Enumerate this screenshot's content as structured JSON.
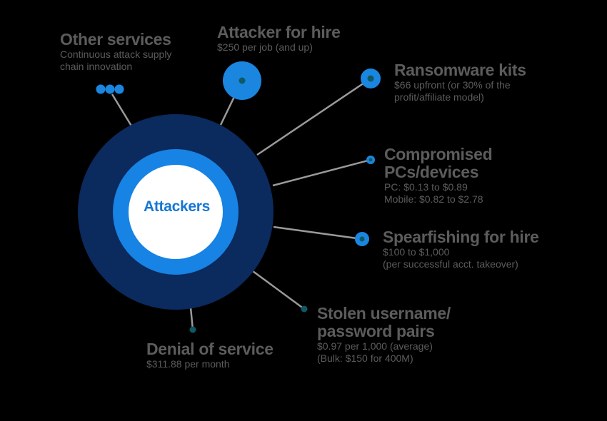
{
  "center": {
    "label": "Attackers"
  },
  "colors": {
    "outer_ring": "#0b2a5e",
    "middle_ring": "#1783e4",
    "inner": "#ffffff",
    "node": "#1a86e0",
    "node_dot": "#0d5a63",
    "line": "#9a9a9a",
    "text": "#5c5c5c",
    "center_text": "#1677d2"
  },
  "services": {
    "other": {
      "title": "Other services",
      "lines": [
        "Continuous attack supply",
        "chain innovation"
      ]
    },
    "attacker_for_hire": {
      "title": "Attacker for hire",
      "lines": [
        "$250 per job (and up)"
      ]
    },
    "ransomware": {
      "title": "Ransomware kits",
      "lines": [
        "$66 upfront (or 30% of the",
        "profit/affiliate model)"
      ]
    },
    "compromised": {
      "title_lines": [
        "Compromised",
        "PCs/devices"
      ],
      "lines": [
        "PC: $0.13 to $0.89",
        "Mobile: $0.82 to $2.78"
      ]
    },
    "spearfishing": {
      "title": "Spearfishing for hire",
      "lines": [
        "$100 to $1,000",
        "(per successful acct. takeover)"
      ]
    },
    "stolen": {
      "title_lines": [
        "Stolen username/",
        "password pairs"
      ],
      "lines": [
        "$0.97 per 1,000 (average)",
        "(Bulk: $150 for 400M)"
      ]
    },
    "dos": {
      "title": "Denial of service",
      "lines": [
        "$311.88 per month"
      ]
    }
  }
}
